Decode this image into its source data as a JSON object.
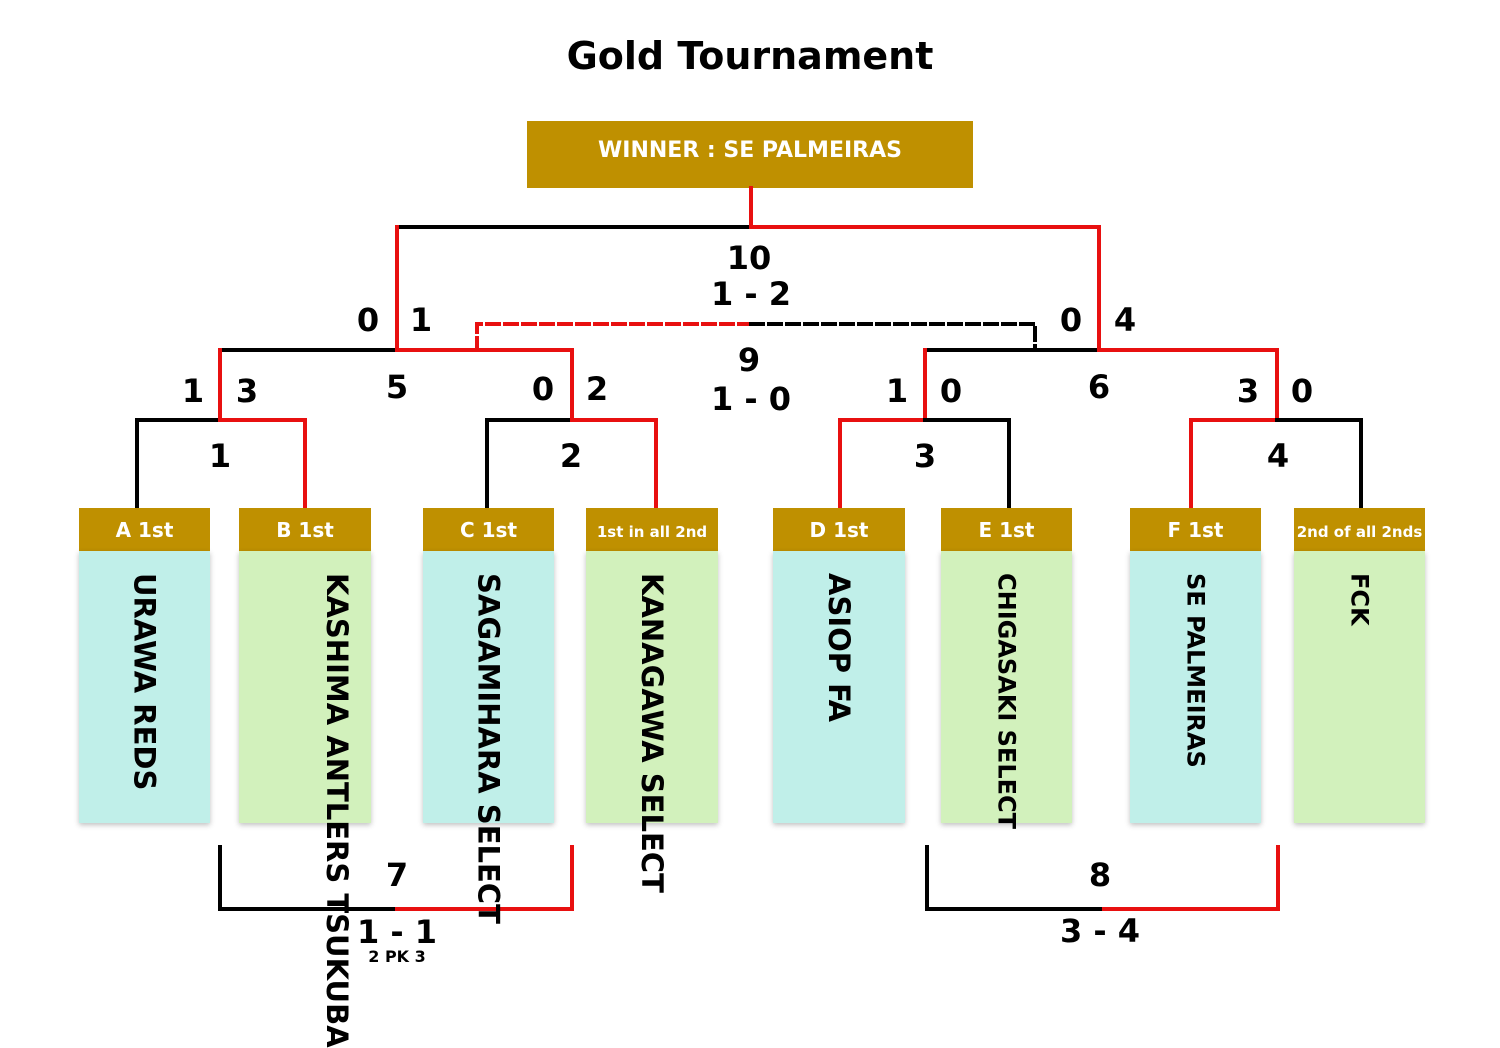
{
  "title": "Gold Tournament",
  "winner": "WINNER : SE PALMEIRAS",
  "colors": {
    "gold": "#bf9000",
    "winner_path": "#e81010",
    "loser_path": "#000000",
    "team_blue": "#c0efe9",
    "team_green": "#d2f1bc"
  },
  "teams": [
    {
      "slot": "A 1st",
      "name": "URAWA REDS"
    },
    {
      "slot": "B 1st",
      "name": "KASHIMA ANTLERS TSUKUBA"
    },
    {
      "slot": "C 1st",
      "name": "SAGAMIHARA SELECT"
    },
    {
      "slot": "1st in all 2nd",
      "name": "KANAGAWA SELECT"
    },
    {
      "slot": "D 1st",
      "name": "ASIOP FA"
    },
    {
      "slot": "E 1st",
      "name": "CHIGASAKI SELECT"
    },
    {
      "slot": "F 1st",
      "name": "SE PALMEIRAS"
    },
    {
      "slot": "2nd of all 2nds",
      "name": "FCK"
    }
  ],
  "matches": {
    "m1": {
      "no": "1",
      "left": "1",
      "right": "3"
    },
    "m2": {
      "no": "2",
      "left": "0",
      "right": "2"
    },
    "m3": {
      "no": "3",
      "left": "1",
      "right": "0"
    },
    "m4": {
      "no": "4",
      "left": "3",
      "right": "0"
    },
    "m5": {
      "no": "5",
      "left": "0",
      "right": "1"
    },
    "m6": {
      "no": "6",
      "left": "0",
      "right": "4"
    },
    "m7": {
      "no": "7",
      "score": "1 - 1",
      "pk": "2 PK 3"
    },
    "m8": {
      "no": "8",
      "score": "3 - 4"
    },
    "m9": {
      "no": "9",
      "score": "1 - 0"
    },
    "m10": {
      "no": "10",
      "score": "1 - 2"
    }
  }
}
